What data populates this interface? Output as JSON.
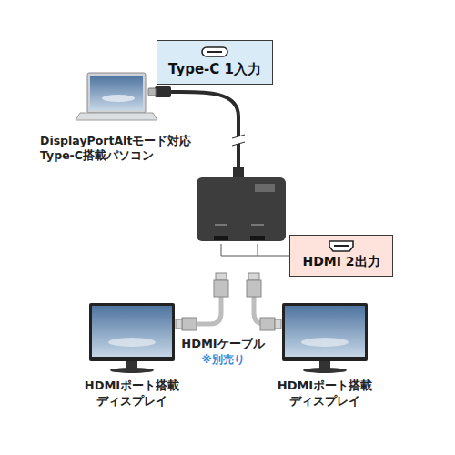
{
  "diagram": {
    "nodes": [
      {
        "text": [
          "Type-C 1入力"
        ]
      },
      {
        "text": [
          "HDMI 2出力"
        ]
      }
    ],
    "labels": [
      "DisplayPortAltモード対応 Type-C搭載パソコン",
      "HDMIケーブル",
      "※別売り",
      "HDMIポート搭載 ディスプレイ",
      "HDMIポート搭載 ディスプレイ"
    ]
  }
}
